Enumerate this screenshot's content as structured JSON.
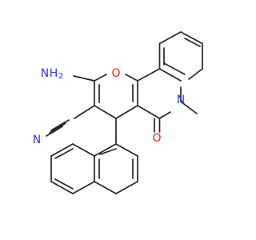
{
  "structure": {
    "labels": {
      "amine_N": "N",
      "amine_H": "H",
      "amine_sub": "2",
      "ring_O": "O",
      "ring_N": "N",
      "nitrile_N": "N",
      "carbonyl_O": "O"
    },
    "colors": {
      "bond": "#262626",
      "nitrogen": "#3333ff",
      "oxygen": "#ff1a1a",
      "background": "#ffffff"
    }
  }
}
